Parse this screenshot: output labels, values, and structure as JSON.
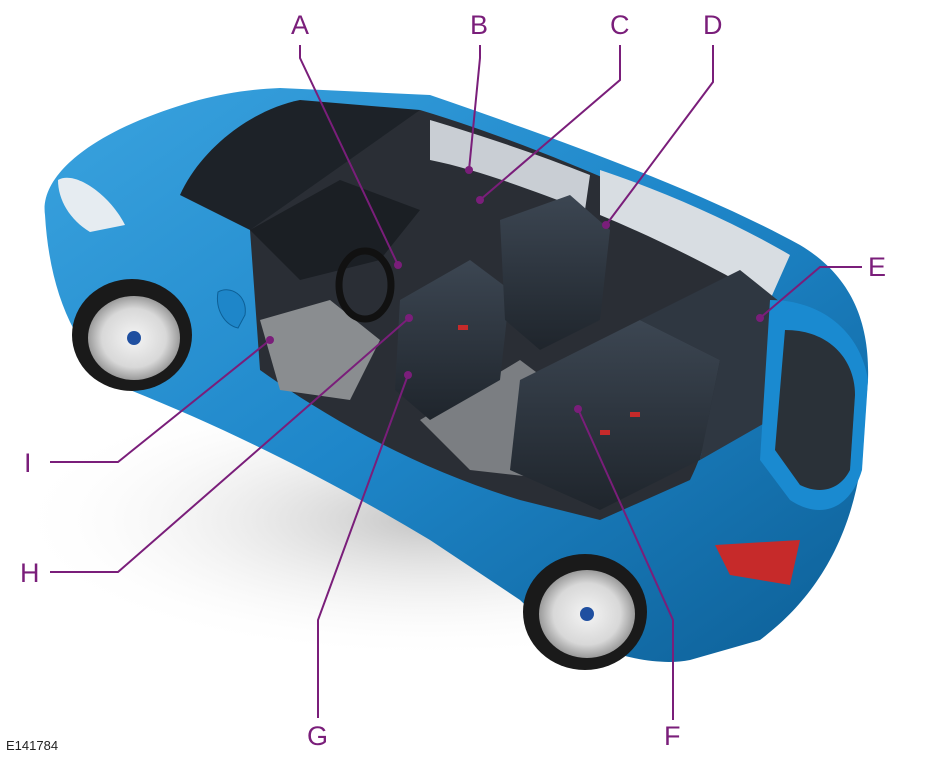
{
  "image_ref": "E141784",
  "callouts": [
    {
      "key": "a",
      "label": "A"
    },
    {
      "key": "b",
      "label": "B"
    },
    {
      "key": "c",
      "label": "C"
    },
    {
      "key": "d",
      "label": "D"
    },
    {
      "key": "e",
      "label": "E"
    },
    {
      "key": "f",
      "label": "F"
    },
    {
      "key": "g",
      "label": "G"
    },
    {
      "key": "h",
      "label": "H"
    },
    {
      "key": "i",
      "label": "I"
    }
  ],
  "colors": {
    "callout": "#7a1e7a",
    "body_blue": "#1e86c9",
    "body_blue_dark": "#0d5f96",
    "interior": "#2a2e35",
    "floor": "#8a8d90",
    "tail_light": "#c62a2a"
  }
}
